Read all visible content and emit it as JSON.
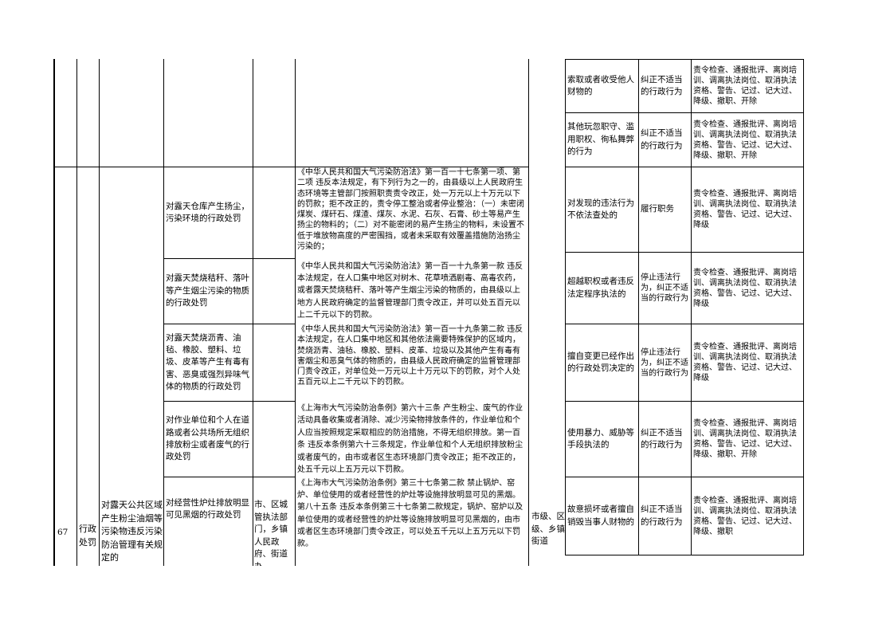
{
  "left_table": {
    "seq": "67",
    "category": "行政处罚",
    "item_name": "对露天公共区域产生粉尘油烟等污染物违反污染防治管理有关规定的",
    "implementing_body": "市、区城管执法部门，乡镇人民政府、街道办",
    "rows": [
      {
        "sub_item": "对露天仓库产生扬尘，污染环境的行政处罚",
        "basis": "《中华人民共和国大气污染防治法》第一百一十七条第一项、第二项 违反本法规定，有下列行为之一的，由县级以上人民政府生态环境等主管部门按照职责责令改正，处一万元以上十万元以下的罚款；拒不改正的，责令停工整治或者停业整治：（一）未密闭煤炭、煤矸石、煤渣、煤灰、水泥、石灰、石膏、砂土等易产生扬尘的物料的；（二）对不能密闭的易产生扬尘的物料，未设置不低于堆放物高度的严密围挡，或者未采取有效覆盖措施防治扬尘污染的；"
      },
      {
        "sub_item": "对露天焚烧秸秆、落叶等产生烟尘污染的物质的行政处罚",
        "basis": "《中华人民共和国大气污染防治法》第一百一十九条第一款 违反本法规定，在人口集中地区对树木、花草喷洒剧毒、高毒农药，或者露天焚烧秸秆、落叶等产生烟尘污染的物质的，由县级以上地方人民政府确定的监督管理部门责令改正，并可以处五百元以上二千元以下的罚款。"
      },
      {
        "sub_item": "对露天焚烧沥青、油毡、橡胶、塑料、垃圾、皮革等产生有毒有害、恶臭或强烈异味气体的物质的行政处罚",
        "basis": "《中华人民共和国大气污染防治法》第一百一十九条第二款 违反本法规定，在人口集中地区和其他依法需要特殊保护的区域内，焚烧沥青、油毡、橡胶、塑料、皮革、垃圾以及其他产生有毒有害烟尘和恶臭气体的物质的，由县级人民政府确定的监督管理部门责令改正，对单位处一万元以上十万元以下的罚款，对个人处五百元以上二千元以下的罚款。"
      },
      {
        "sub_item": "对作业单位和个人在道路或者公共场所无组织排放粉尘或者废气的行政处罚",
        "basis": "《上海市大气污染防治条例》第六十三条 产生粉尘、废气的作业活动具备收集或者消除、减少污染物排放条件的，作业单位和个人应当按照规定采取相应的防治措施，不得无组织排放。第一百条 违反本条例第六十三条规定，作业单位和个人无组织排放粉尘或者废气的，由市或者区生态环境部门责令改正；拒不改正的，处五千元以上五万元以下罚款。"
      },
      {
        "sub_item": "对经营性炉灶排放明显可见黑烟的行政处罚",
        "basis": "《上海市大气污染防治条例》第三十七条第二款 禁止锅炉、窑炉、单位使用的或者经营性的炉灶等设施排放明显可见的黑烟。第八十五条 违反本条例第三十七条第二款规定，锅炉、窑炉以及单位使用的或者经营性的炉灶等设施排放明显可见黑烟的，由市或者区生态环境部门责令改正，可以处五千元以上五万元以下罚款。"
      }
    ],
    "last_row_level": "市级、区级、乡镇街道"
  },
  "right_table": {
    "rows": [
      {
        "situation": "索取或者收受他人财物的",
        "type": "纠正不适当的行政行为",
        "measures": "责令检查、通报批评、离岗培训、调离执法岗位、取消执法资格、警告、记过、记大过、降级、撤职、开除"
      },
      {
        "situation": "其他玩忽职守、滥用职权、徇私舞弊的行为",
        "type": "纠正不适当的行政行为",
        "measures": "责令检查、通报批评、离岗培训、调离执法岗位、取消执法资格、警告、记过、记大过、降级、撤职、开除"
      },
      {
        "situation": "对发现的违法行为不依法查处的",
        "type": "履行职务",
        "measures": "责令检查、通报批评、离岗培训、调离执法岗位、取消执法资格、警告、记过、记大过、降级"
      },
      {
        "situation": "超越职权或者违反法定程序执法的",
        "type": "停止违法行为，纠正不适当的行政行为",
        "measures": "责令检查、通报批评、离岗培训、调离执法岗位、取消执法资格、警告、记过、记大过、降级"
      },
      {
        "situation": "擅自变更已经作出的行政处罚决定的",
        "type": "停止违法行为，纠正不适当的行政行为",
        "measures": "责令检查、通报批评、离岗培训、调离执法岗位、取消执法资格、警告、记过、记大过、降级"
      },
      {
        "situation": "使用暴力、威胁等手段执法的",
        "type": "纠正不适当的行政行为",
        "measures": "责令检查、通报批评、离岗培训、调离执法岗位、取消执法资格、警告、记过、记大过、降级、撤职、开除"
      },
      {
        "situation": "故意损坏或者擅自销毁当事人财物的",
        "type": "纠正不适当的行政行为",
        "measures": "责令检查、通报批评、离岗培训、调离执法岗位、取消执法资格、警告、记过、记大过、降级、撤职"
      }
    ]
  }
}
